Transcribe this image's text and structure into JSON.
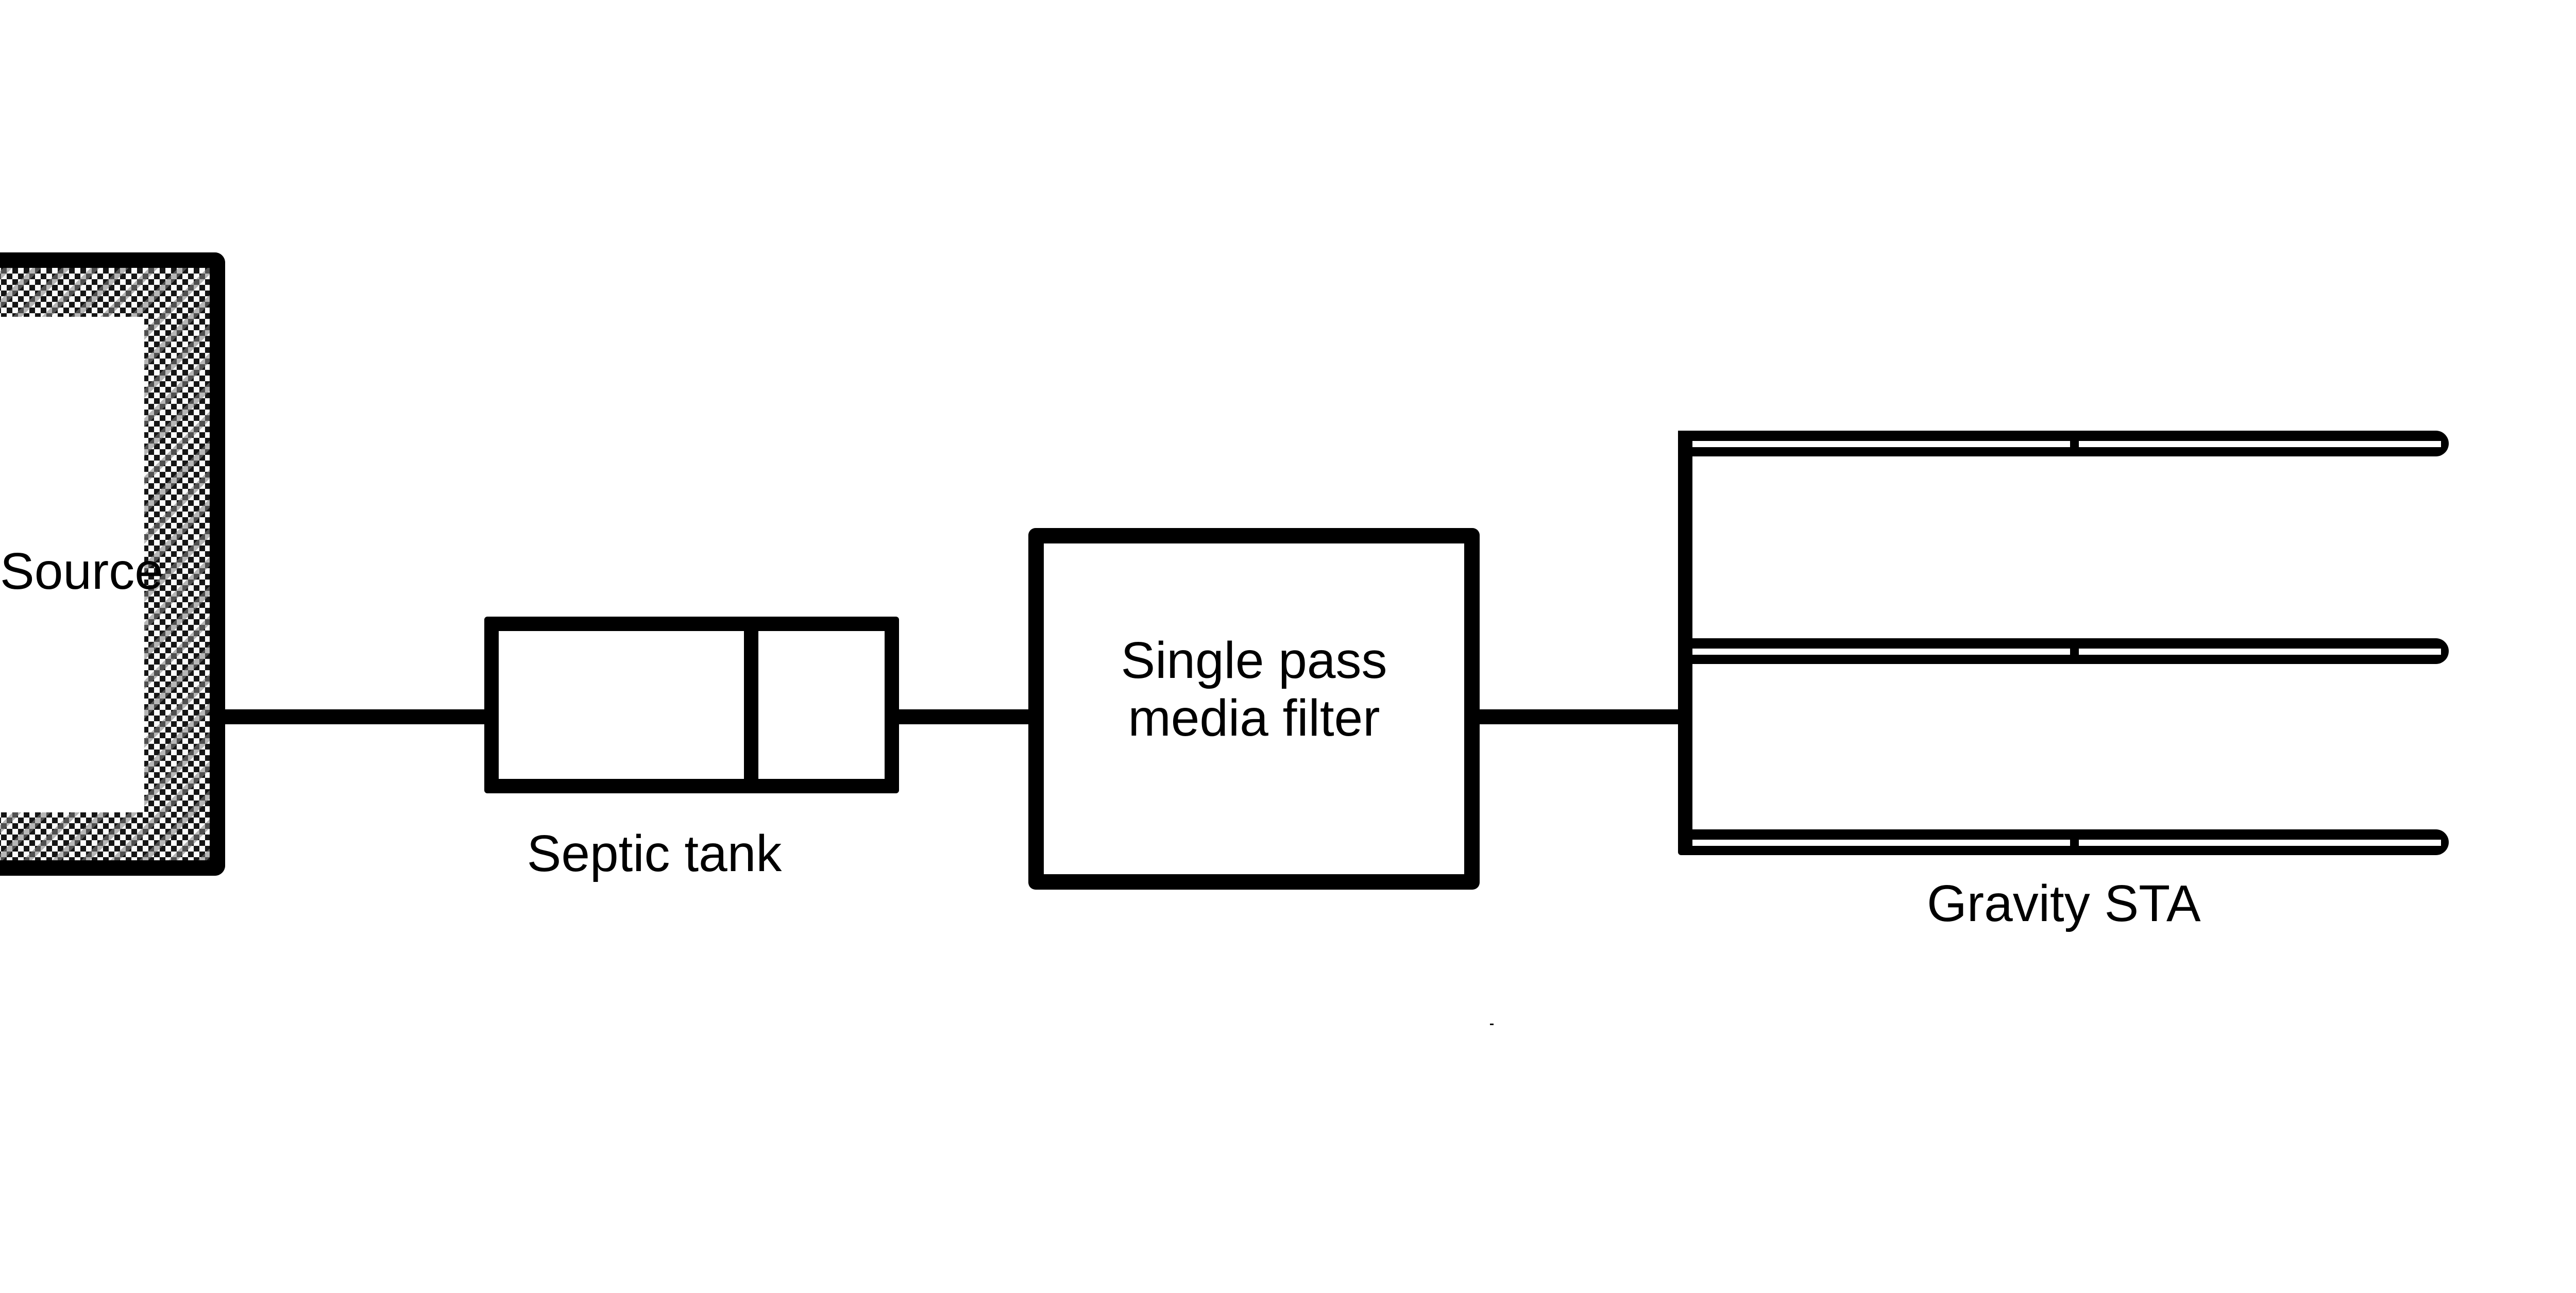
{
  "colors": {
    "background": "#ffffff",
    "stroke": "#000000"
  },
  "diagram": {
    "type": "process-flow",
    "flow_order": [
      "Source",
      "Septic tank",
      "Single pass media filter",
      "Gravity STA"
    ],
    "source": {
      "label": "Source",
      "style": "hatched-border-box"
    },
    "septic": {
      "label": "Septic tank",
      "compartments": 2
    },
    "filter": {
      "label_line1": "Single pass",
      "label_line2": "media filter"
    },
    "sta": {
      "label": "Gravity STA",
      "trench_count": 3
    }
  }
}
